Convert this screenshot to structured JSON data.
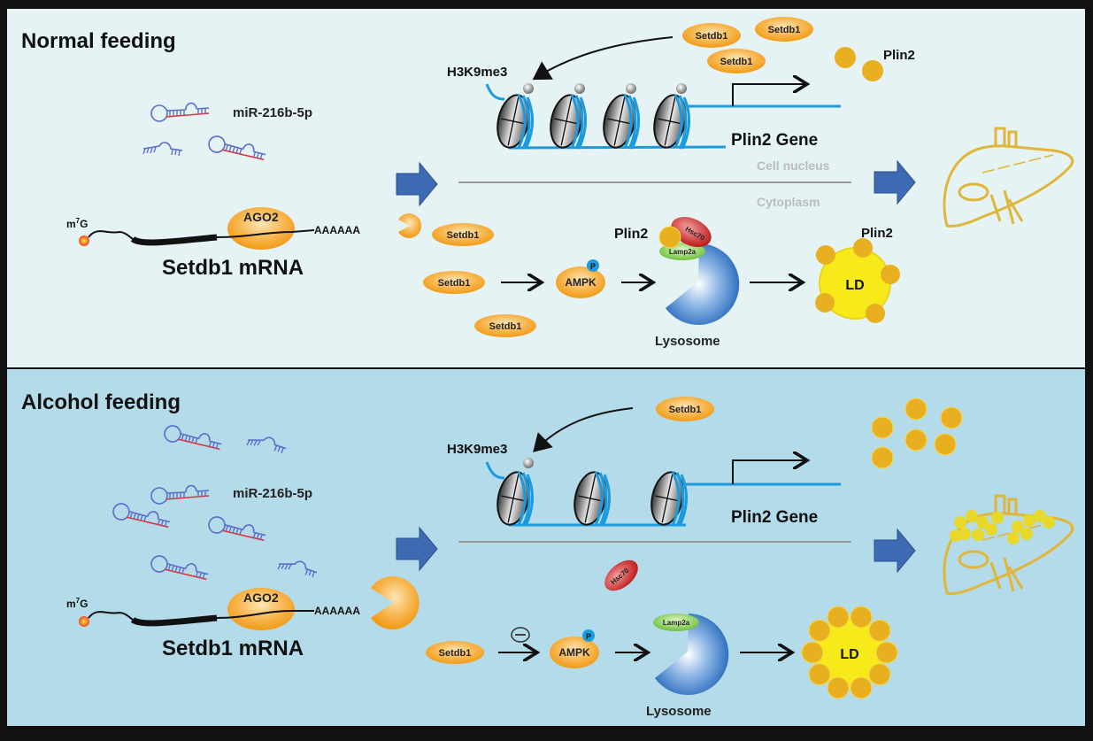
{
  "colors": {
    "top_bg": "#e5f3f5",
    "bottom_bg": "#b3dbe9",
    "setdb1_fill": "#f5a623",
    "dna": "#1a9be0",
    "arrow_blue": "#3d6bb3",
    "plin2_dot": "#e8b020",
    "ld_fill": "#f7ea1a",
    "liver": "#e0b63a",
    "hsc70": "#cc2b2b",
    "lamp2a": "#7cc94a",
    "lysosome": "#2a6fc0"
  },
  "panels": [
    {
      "title": "Normal feeding",
      "mirna_label": "miR-216b-5p",
      "mrna": {
        "cap": "m7G",
        "cap_sup": "7",
        "ago": "AGO2",
        "tail": "AAAAAA",
        "label": "Setdb1  mRNA"
      },
      "nucleus": {
        "h3k9me3": "H3K9me3",
        "setdb1": [
          "Setdb1",
          "Setdb1",
          "Setdb1"
        ],
        "plin2_label": "Plin2",
        "gene_label": "Plin2 Gene",
        "nucleus_label": "Cell nucleus",
        "cytoplasm_label": "Cytoplasm",
        "nucleosome_count": 4
      },
      "cytoplasm": {
        "setdb1": [
          "Setdb1",
          "Setdb1",
          "Setdb1"
        ],
        "ampk": "AMPK",
        "phospho": "P",
        "plin2_label": "Plin2",
        "hsc70": "Hsc70",
        "lamp2a": "Lamp2a",
        "lysosome": "Lysosome",
        "ld_label": "Plin2",
        "ld": "LD"
      }
    },
    {
      "title": "Alcohol feeding",
      "mirna_label": "miR-216b-5p",
      "mrna": {
        "cap": "m7G",
        "cap_sup": "7",
        "ago": "AGO2",
        "tail": "AAAAAA",
        "label": "Setdb1  mRNA"
      },
      "nucleus": {
        "h3k9me3": "H3K9me3",
        "setdb1": [
          "Setdb1"
        ],
        "gene_label": "Plin2 Gene",
        "nucleosome_count": 3
      },
      "cytoplasm": {
        "setdb1": [
          "Setdb1"
        ],
        "inhibit": "−",
        "ampk": "AMPK",
        "phospho": "P",
        "hsc70": "Hsc70",
        "lamp2a": "Lamp2a",
        "lysosome": "Lysosome",
        "ld": "LD"
      }
    }
  ]
}
